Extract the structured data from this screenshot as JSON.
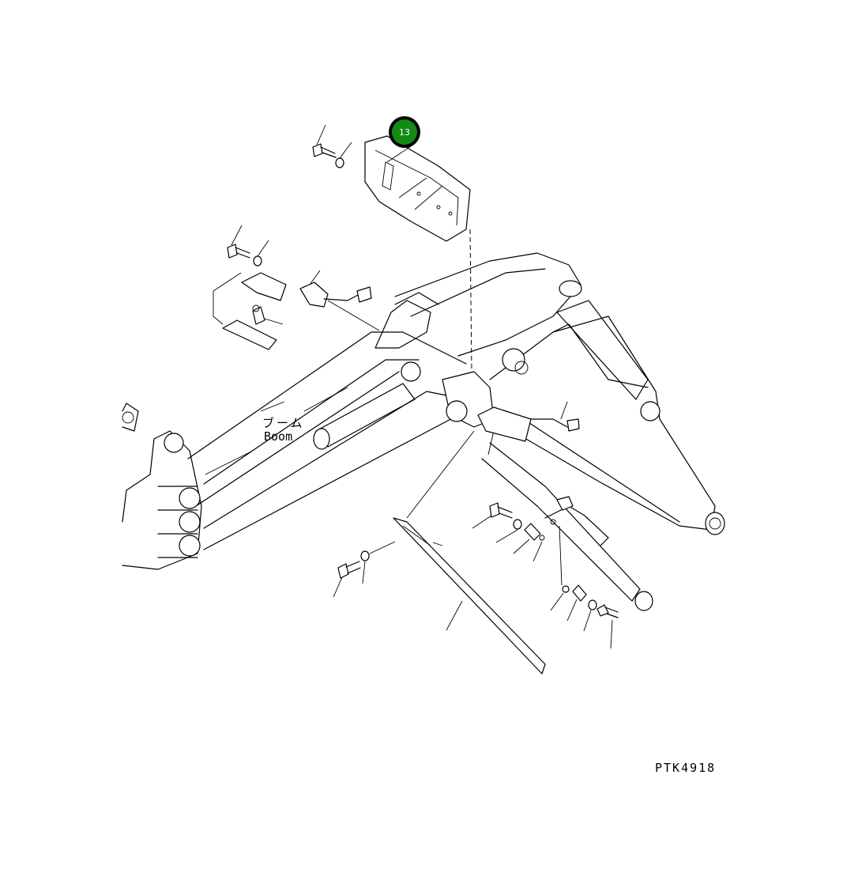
{
  "diagram": {
    "boom_label_jp": "ブーム",
    "boom_label_en": "Boom",
    "drawing_code": "PTK4918",
    "callout": {
      "number": "13",
      "color": "#138a13"
    }
  }
}
